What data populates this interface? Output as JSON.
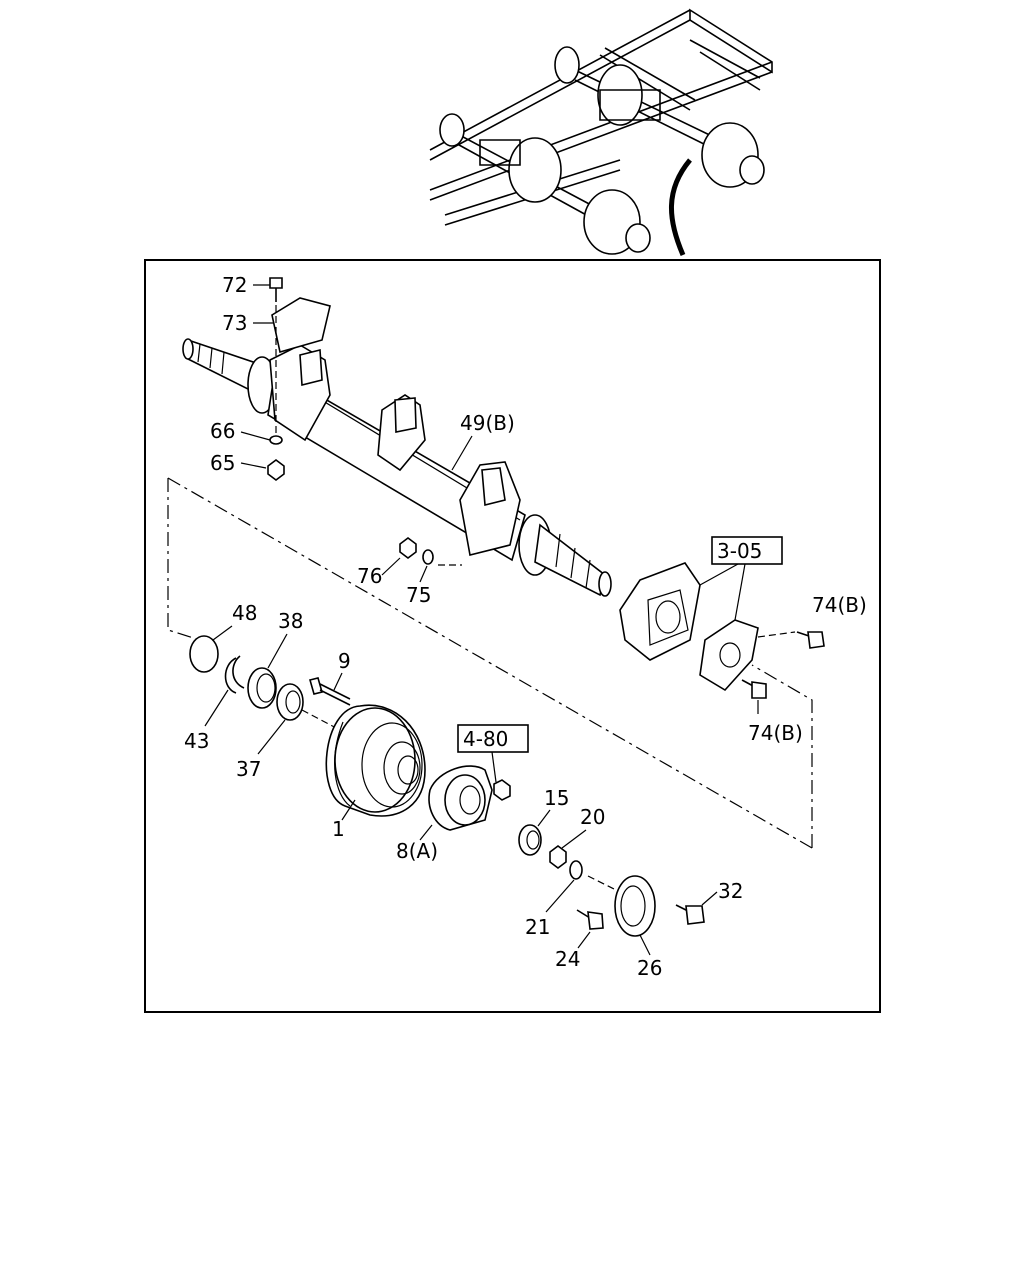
{
  "diagram": {
    "inset": {
      "name": "vehicle-frame-rear-axle-overview"
    },
    "labels": {
      "p72": "72",
      "p73": "73",
      "p66": "66",
      "p65": "65",
      "p49b": "49(B)",
      "p76": "76",
      "p75": "75",
      "p305": "3-05",
      "p74b_top": "74(B)",
      "p74b_bot": "74(B)",
      "p48": "48",
      "p38": "38",
      "p9": "9",
      "p43": "43",
      "p37": "37",
      "p480": "4-80",
      "p1": "1",
      "p15": "15",
      "p20": "20",
      "p8a": "8(A)",
      "p32": "32",
      "p21": "21",
      "p24": "24",
      "p26": "26"
    }
  }
}
